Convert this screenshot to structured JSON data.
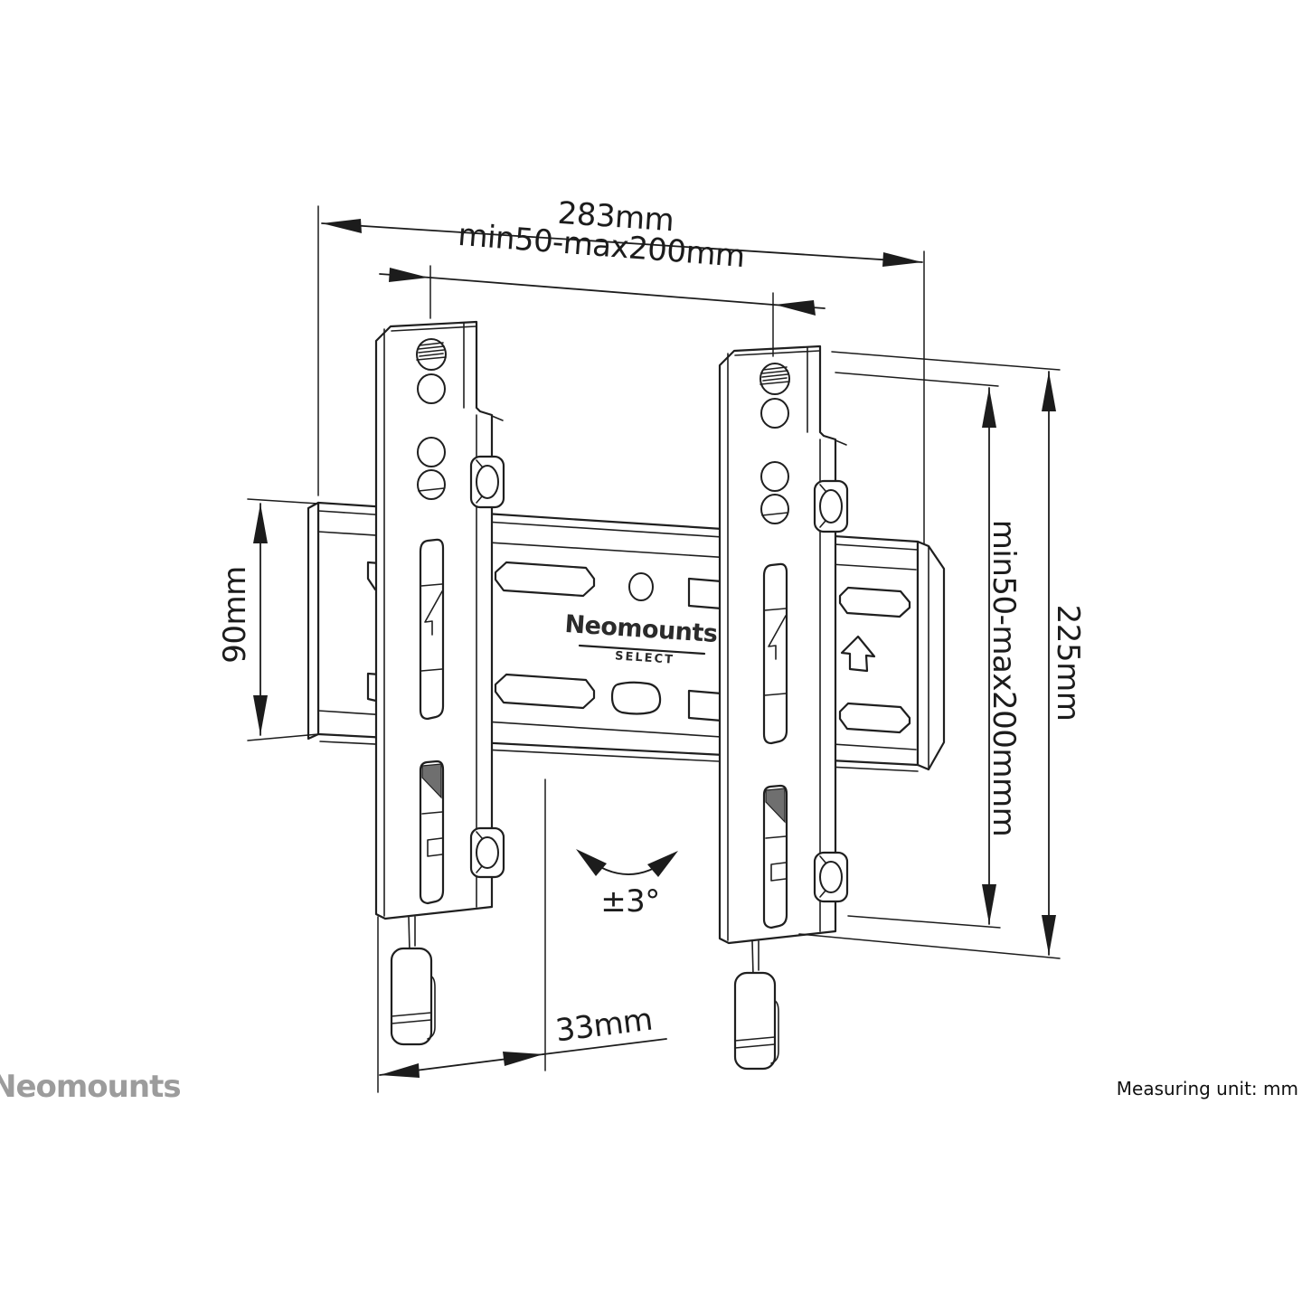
{
  "dimensions": {
    "total_width": "283mm",
    "vesa_width": "min50-max200mm",
    "plate_height": "90mm",
    "vesa_height": "min50-max200mmm",
    "total_height": "225mm",
    "depth": "33mm",
    "tilt_range": "±3°"
  },
  "product": {
    "logo": "Neomounts",
    "logo_sub": "SELECT"
  },
  "footer": {
    "watermark": "Neomounts",
    "measuring_unit": "Measuring unit: mm"
  },
  "colors": {
    "line": "#1f1f1f",
    "watermark": "#9c9c9c",
    "background": "#ffffff"
  }
}
